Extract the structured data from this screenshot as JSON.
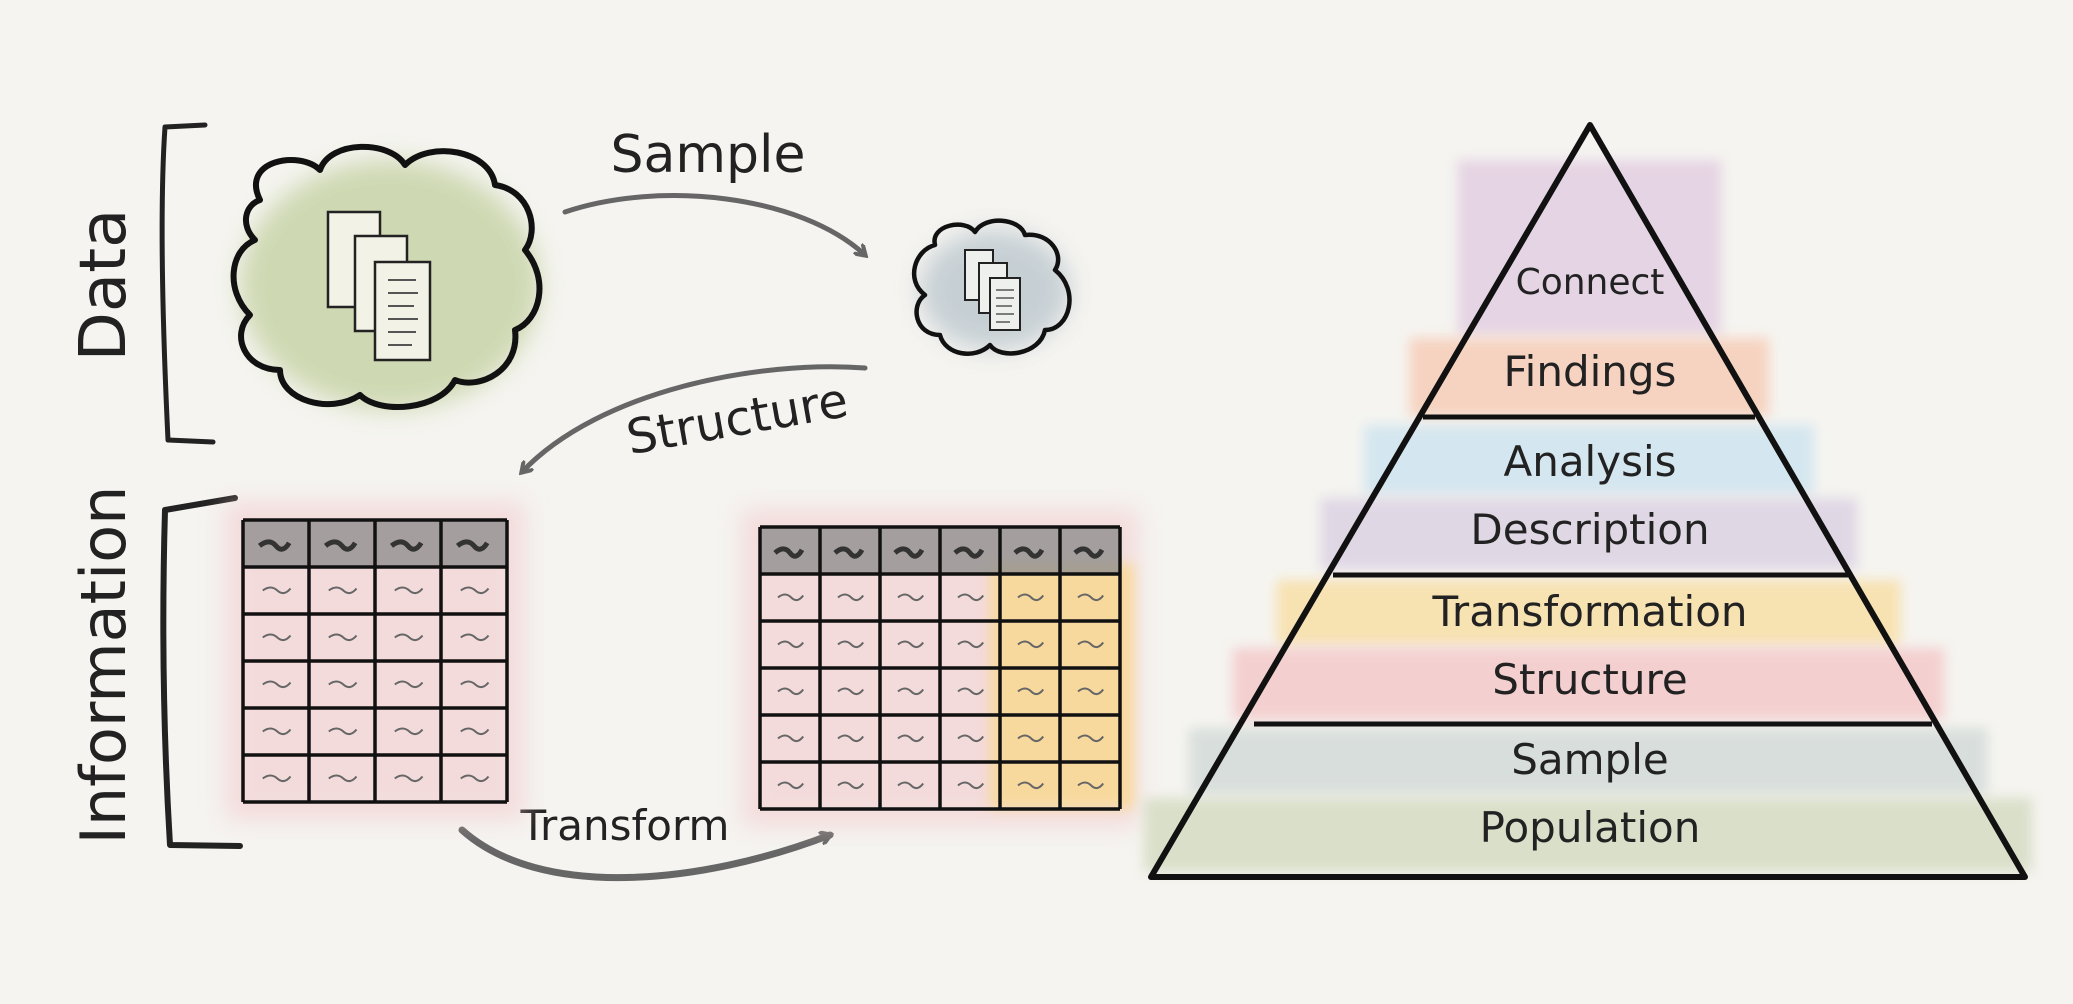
{
  "left_panel": {
    "brackets": {
      "data_label": "Data",
      "information_label": "Information"
    },
    "arrows": {
      "sample_label": "Sample",
      "structure_label": "Structure",
      "transform_label": "Transform"
    }
  },
  "pyramid": {
    "levels": [
      {
        "label": "Connect",
        "color": "#e3cfe2"
      },
      {
        "label": "Findings",
        "color": "#f7cdb8"
      },
      {
        "label": "Analysis",
        "color": "#cfe4ef"
      },
      {
        "label": "Description",
        "color": "#dcd3e3"
      },
      {
        "label": "Transformation",
        "color": "#f8dfa8"
      },
      {
        "label": "Structure",
        "color": "#f4c9ca"
      },
      {
        "label": "Sample",
        "color": "#d4dbd9"
      },
      {
        "label": "Population",
        "color": "#d5dcc3"
      }
    ]
  },
  "colors": {
    "cloud_big": "#c8d4a8",
    "cloud_small": "#c2ccd2",
    "table_pink": "#f2c7cb",
    "table_yellow": "#f9d98a",
    "table_header": "#8a8a8a",
    "ink": "#111111",
    "arrow": "#666666"
  }
}
